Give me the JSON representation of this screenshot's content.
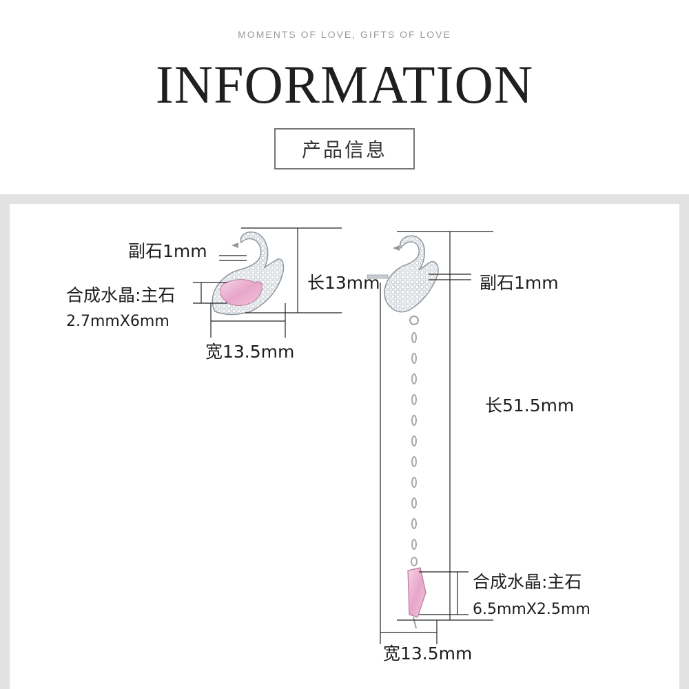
{
  "header": {
    "tagline": "MOMENTS OF LOVE, GIFTS OF LOVE",
    "title": "INFORMATION",
    "subtitle": "产品信息"
  },
  "stud_earring": {
    "side_stone_label": "副石1mm",
    "main_stone_label": "合成水晶:主石",
    "main_stone_size": "2.7mmX6mm",
    "length_label": "长13mm",
    "width_label": "宽13.5mm"
  },
  "drop_earring": {
    "side_stone_label": "副石1mm",
    "length_label": "长51.5mm",
    "main_stone_label": "合成水晶:主石",
    "main_stone_size": "6.5mmX2.5mm",
    "width_label": "宽13.5mm"
  },
  "colors": {
    "crystal_pink": "#efb6d4",
    "metal_silver": "#c9cdd3",
    "frame_grey": "#e2e2e2"
  }
}
